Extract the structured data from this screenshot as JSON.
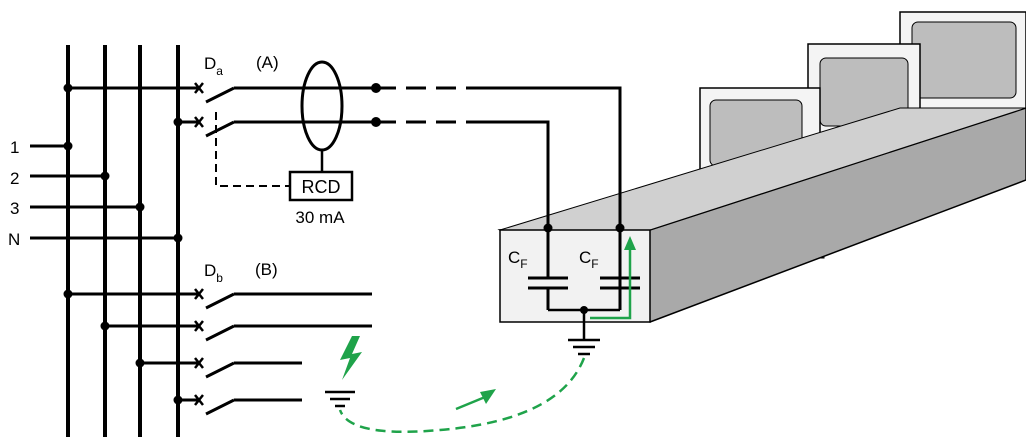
{
  "phases": [
    "1",
    "2",
    "3",
    "N"
  ],
  "breaker_a": {
    "name": "D",
    "sub": "a",
    "tag": "(A)"
  },
  "breaker_b": {
    "name": "D",
    "sub": "b",
    "tag": "(B)"
  },
  "rcd": {
    "label": "RCD",
    "rating": "30 mA"
  },
  "capacitor": {
    "name": "C",
    "sub": "F"
  },
  "colors": {
    "wire": "#000000",
    "leakage_path": "#1fa34a",
    "enclosure_front": "#f2f2f2",
    "enclosure_side": "#a9a9a9",
    "enclosure_top": "#d0d0d0",
    "monitor_screen": "#bdbdbd",
    "monitor_body": "#f4f4f4"
  },
  "icons": [
    "fault-lightning-icon",
    "earth-ground-icon",
    "computer-icon"
  ]
}
